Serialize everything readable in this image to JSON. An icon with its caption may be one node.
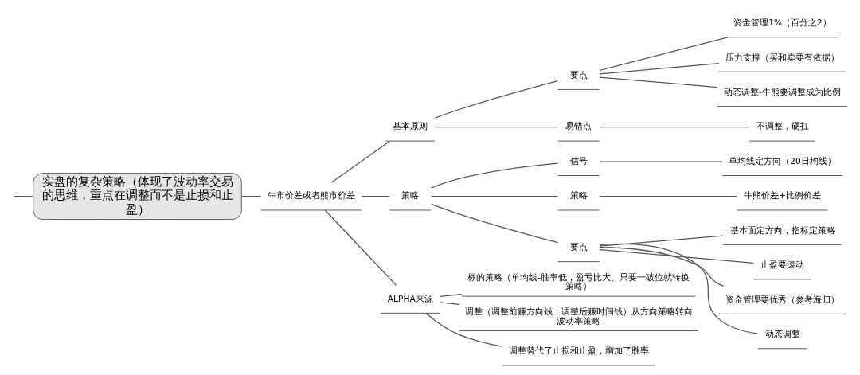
{
  "diagram": {
    "nodes": [
      {
        "text": [
          "实盘的复杂策略（体现了波动率交易的思维，重点在调整而不是止损和止盈）"
        ]
      },
      {
        "text": [
          "牛市价差或者熊市价差"
        ]
      },
      {
        "text": [
          "基本原则"
        ]
      },
      {
        "text": [
          "要点"
        ]
      },
      {
        "text": [
          "资金管理1%（百分之2）"
        ]
      },
      {
        "text": [
          "压力支撑（买和卖要有依据）"
        ]
      },
      {
        "text": [
          "动态调整-牛熊要调整成为比例"
        ]
      },
      {
        "text": [
          "易错点"
        ]
      },
      {
        "text": [
          "不调整，硬扛"
        ]
      },
      {
        "text": [
          "策略"
        ]
      },
      {
        "text": [
          "信号"
        ]
      },
      {
        "text": [
          "单均线定方向（20日均线）"
        ]
      },
      {
        "text": [
          "策略"
        ]
      },
      {
        "text": [
          "牛熊价差+比例价差"
        ]
      },
      {
        "text": [
          "要点"
        ]
      },
      {
        "text": [
          "基本面定方向，指标定策略"
        ]
      },
      {
        "text": [
          "止盈要滚动"
        ]
      },
      {
        "text": [
          "资金管理要优秀（参考海归）"
        ]
      },
      {
        "text": [
          "动态调整"
        ]
      },
      {
        "text": [
          "ALPHA来源"
        ]
      },
      {
        "text": [
          "标的策略（单均线-胜率低，盈亏比大、只要一破位就转换策略）"
        ]
      },
      {
        "text": [
          "调整（调整前赚方向钱；调整后赚时间钱）从方向策略转向波动率策略"
        ]
      },
      {
        "text": [
          "调整替代了止损和止盈，增加了胜率"
        ]
      }
    ],
    "edges": [
      {
        "from": null,
        "to": 0,
        "arrow": "none"
      },
      {
        "from": 0,
        "to": 1,
        "arrow": "none"
      },
      {
        "from": 1,
        "to": 2,
        "arrow": "none"
      },
      {
        "from": 2,
        "to": 3,
        "arrow": "none"
      },
      {
        "from": 3,
        "to": 4,
        "arrow": "none"
      },
      {
        "from": 3,
        "to": 5,
        "arrow": "none"
      },
      {
        "from": 3,
        "to": 6,
        "arrow": "none"
      },
      {
        "from": 2,
        "to": 7,
        "arrow": "none"
      },
      {
        "from": 7,
        "to": 8,
        "arrow": "none"
      },
      {
        "from": 1,
        "to": 9,
        "arrow": "none"
      },
      {
        "from": 9,
        "to": 10,
        "arrow": "none"
      },
      {
        "from": 10,
        "to": 11,
        "arrow": "none"
      },
      {
        "from": 9,
        "to": 12,
        "arrow": "none"
      },
      {
        "from": 12,
        "to": 13,
        "arrow": "none"
      },
      {
        "from": 9,
        "to": 14,
        "arrow": "none"
      },
      {
        "from": 14,
        "to": 15,
        "arrow": "none"
      },
      {
        "from": 14,
        "to": 16,
        "arrow": "none"
      },
      {
        "from": 14,
        "to": 17,
        "arrow": "none"
      },
      {
        "from": 14,
        "to": 18,
        "arrow": "none"
      },
      {
        "from": 1,
        "to": 19,
        "arrow": "none"
      },
      {
        "from": 19,
        "to": 20,
        "arrow": "none"
      },
      {
        "from": 19,
        "to": 21,
        "arrow": "none"
      },
      {
        "from": 19,
        "to": 22,
        "arrow": "none"
      }
    ]
  }
}
